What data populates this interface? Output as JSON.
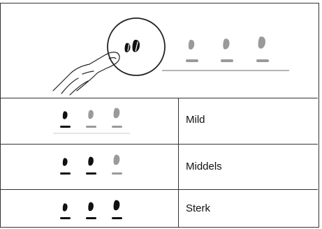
{
  "strength_levels": [
    {
      "label": "Mild",
      "active_beans": 1,
      "total_beans": 3
    },
    {
      "label": "Middels",
      "active_beans": 2,
      "total_beans": 3
    },
    {
      "label": "Sterk",
      "active_beans": 3,
      "total_beans": 3
    }
  ],
  "illustration": {
    "icon": "coffee-bean-strength-button",
    "indicator_beans": 3
  },
  "colors": {
    "active": "#111111",
    "inactive": "#9a9a9a",
    "line": "#333333"
  }
}
